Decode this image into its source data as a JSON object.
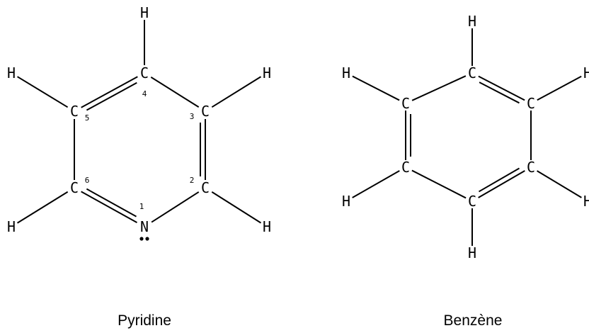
{
  "molecules": [
    {
      "name": "Pyridine",
      "atoms": [
        {
          "id": "N1",
          "symbol": "N",
          "number": "1"
        },
        {
          "id": "C2",
          "symbol": "C",
          "number": "2"
        },
        {
          "id": "C3",
          "symbol": "C",
          "number": "3"
        },
        {
          "id": "C4",
          "symbol": "C",
          "number": "4"
        },
        {
          "id": "C5",
          "symbol": "C",
          "number": "5"
        },
        {
          "id": "C6",
          "symbol": "C",
          "number": "6"
        },
        {
          "id": "H2",
          "symbol": "H"
        },
        {
          "id": "H3",
          "symbol": "H"
        },
        {
          "id": "H4",
          "symbol": "H"
        },
        {
          "id": "H5",
          "symbol": "H"
        },
        {
          "id": "H6",
          "symbol": "H"
        }
      ],
      "bonds": [
        {
          "a": "N1",
          "b": "C2",
          "order": 1
        },
        {
          "a": "C2",
          "b": "C3",
          "order": 2
        },
        {
          "a": "C3",
          "b": "C4",
          "order": 1
        },
        {
          "a": "C4",
          "b": "C5",
          "order": 2
        },
        {
          "a": "C5",
          "b": "C6",
          "order": 1
        },
        {
          "a": "C6",
          "b": "N1",
          "order": 2
        },
        {
          "a": "C2",
          "b": "H2",
          "order": 1
        },
        {
          "a": "C3",
          "b": "H3",
          "order": 1
        },
        {
          "a": "C4",
          "b": "H4",
          "order": 1
        },
        {
          "a": "C5",
          "b": "H5",
          "order": 1
        },
        {
          "a": "C6",
          "b": "H6",
          "order": 1
        }
      ],
      "lone_pair_on": "N1"
    },
    {
      "name": "Benzène",
      "atoms": [
        {
          "id": "C1",
          "symbol": "C"
        },
        {
          "id": "C2",
          "symbol": "C"
        },
        {
          "id": "C3",
          "symbol": "C"
        },
        {
          "id": "C4",
          "symbol": "C"
        },
        {
          "id": "C5",
          "symbol": "C"
        },
        {
          "id": "C6",
          "symbol": "C"
        },
        {
          "id": "H1",
          "symbol": "H"
        },
        {
          "id": "H2",
          "symbol": "H"
        },
        {
          "id": "H3",
          "symbol": "H"
        },
        {
          "id": "H4",
          "symbol": "H"
        },
        {
          "id": "H5",
          "symbol": "H"
        },
        {
          "id": "H6",
          "symbol": "H"
        }
      ],
      "bonds": [
        {
          "a": "C1",
          "b": "C2",
          "order": 2
        },
        {
          "a": "C2",
          "b": "C3",
          "order": 1
        },
        {
          "a": "C3",
          "b": "C4",
          "order": 2
        },
        {
          "a": "C4",
          "b": "C5",
          "order": 1
        },
        {
          "a": "C5",
          "b": "C6",
          "order": 2
        },
        {
          "a": "C6",
          "b": "C1",
          "order": 1
        },
        {
          "a": "C1",
          "b": "H1",
          "order": 1
        },
        {
          "a": "C2",
          "b": "H2",
          "order": 1
        },
        {
          "a": "C3",
          "b": "H3",
          "order": 1
        },
        {
          "a": "C4",
          "b": "H4",
          "order": 1
        },
        {
          "a": "C5",
          "b": "H5",
          "order": 1
        },
        {
          "a": "C6",
          "b": "H6",
          "order": 1
        }
      ]
    }
  ]
}
